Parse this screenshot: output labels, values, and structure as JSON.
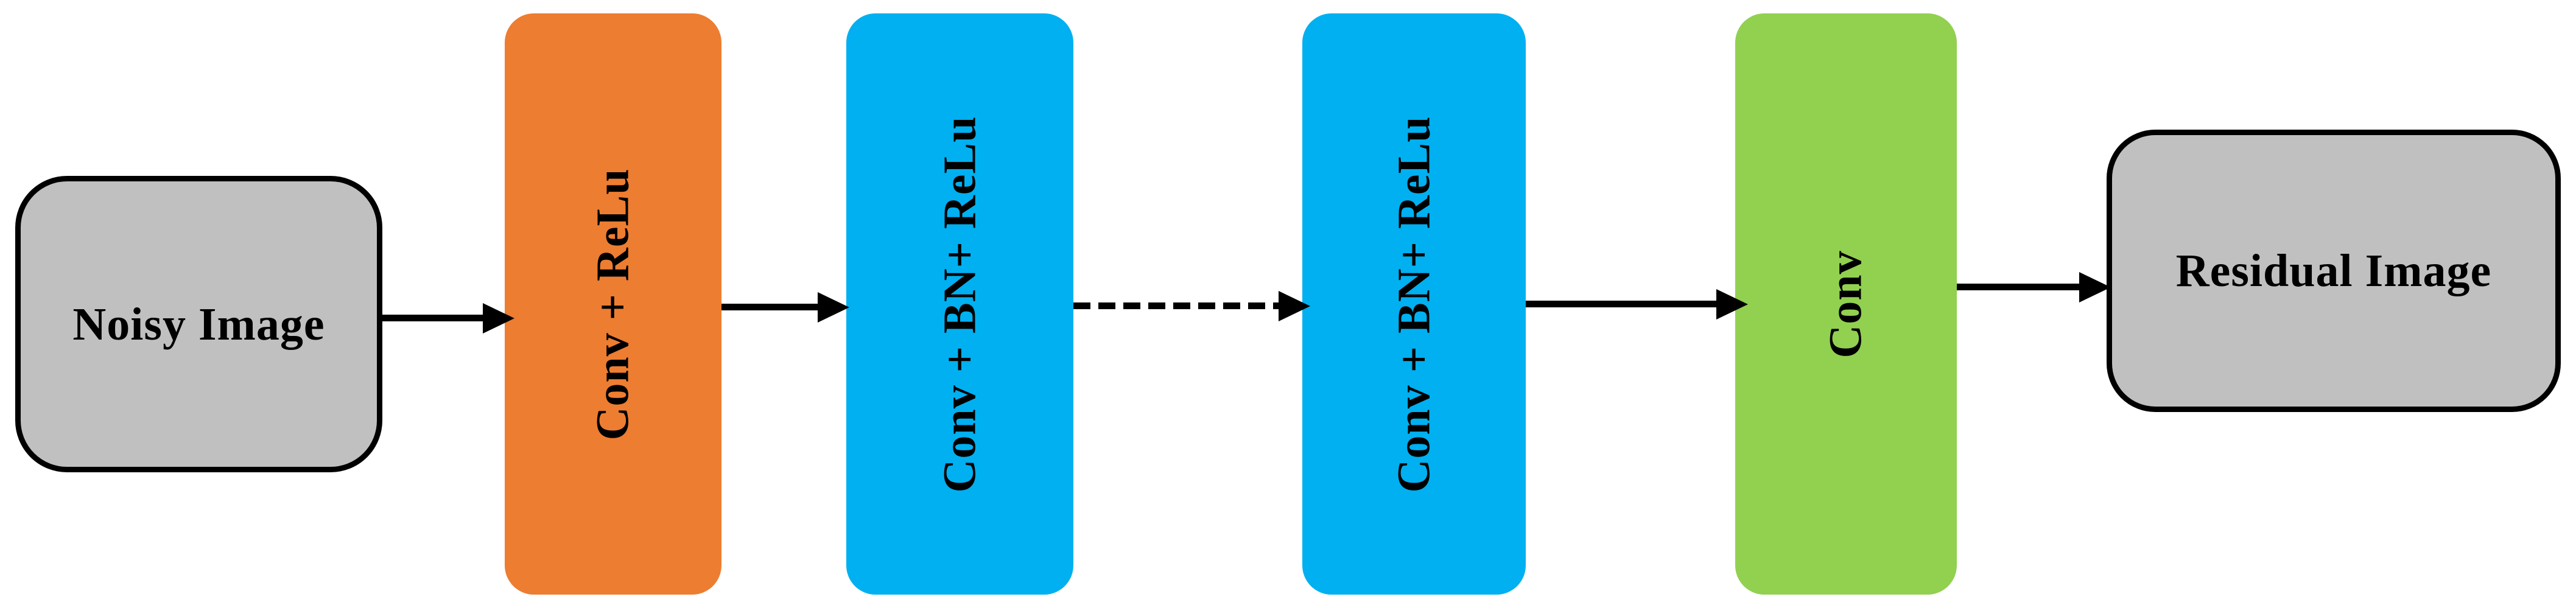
{
  "diagram": {
    "type": "neural-network-architecture-flow",
    "background_color": "#FFFFFF",
    "text_color": "#000000",
    "nodes": [
      {
        "id": "noisy-image",
        "label": "Noisy Image",
        "shape": "rounded-rect",
        "fill": "#C0C0C0",
        "border": "#000000",
        "text_rotation": "horizontal"
      },
      {
        "id": "conv-relu",
        "label": "Conv + ReLu",
        "shape": "rounded-bar",
        "fill": "#ED7D31",
        "border": "none",
        "text_rotation": "vertical-bottom-to-top"
      },
      {
        "id": "conv-bn-relu-1",
        "label": "Conv + BN+ ReLu",
        "shape": "rounded-bar",
        "fill": "#00B0F0",
        "border": "none",
        "text_rotation": "vertical-bottom-to-top"
      },
      {
        "id": "conv-bn-relu-2",
        "label": "Conv + BN+ ReLu",
        "shape": "rounded-bar",
        "fill": "#00B0F0",
        "border": "none",
        "text_rotation": "vertical-bottom-to-top"
      },
      {
        "id": "conv",
        "label": "Conv",
        "shape": "rounded-bar",
        "fill": "#92D050",
        "border": "none",
        "text_rotation": "vertical-bottom-to-top"
      },
      {
        "id": "residual-image",
        "label": "Residual Image",
        "shape": "rounded-rect",
        "fill": "#C0C0C0",
        "border": "#000000",
        "text_rotation": "horizontal"
      }
    ],
    "connectors": [
      {
        "from": "noisy-image",
        "to": "conv-relu",
        "style": "solid",
        "color": "#000000",
        "arrowhead": "filled-triangle-right"
      },
      {
        "from": "conv-relu",
        "to": "conv-bn-relu-1",
        "style": "solid",
        "color": "#000000",
        "arrowhead": "filled-triangle-right"
      },
      {
        "from": "conv-bn-relu-1",
        "to": "conv-bn-relu-2",
        "style": "dashed",
        "color": "#000000",
        "arrowhead": "filled-triangle-right"
      },
      {
        "from": "conv-bn-relu-2",
        "to": "conv",
        "style": "solid",
        "color": "#000000",
        "arrowhead": "filled-triangle-right"
      },
      {
        "from": "conv",
        "to": "residual-image",
        "style": "solid",
        "color": "#000000",
        "arrowhead": "filled-triangle-right"
      }
    ]
  }
}
